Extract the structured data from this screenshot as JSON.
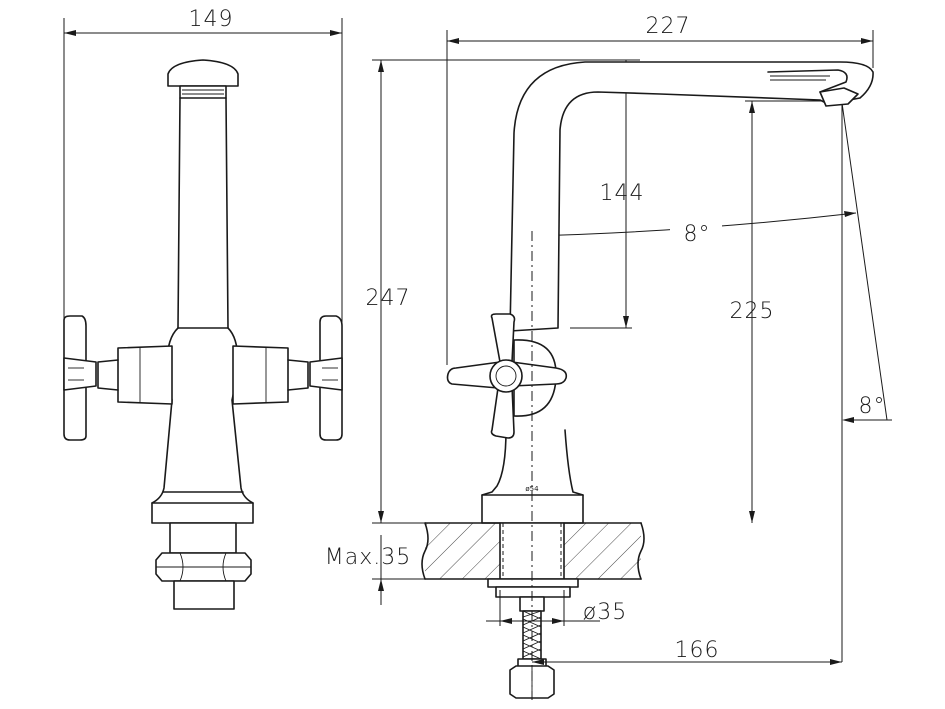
{
  "dimensions": {
    "front_width": "149",
    "side_width": "227",
    "total_height": "247",
    "spout_height": "144",
    "outlet_height": "225",
    "angle_top": "8°",
    "angle_right": "8°",
    "counter_max": "Max.35",
    "base_diameter": "ø54",
    "hole_diameter": "ø35",
    "reach": "166"
  }
}
